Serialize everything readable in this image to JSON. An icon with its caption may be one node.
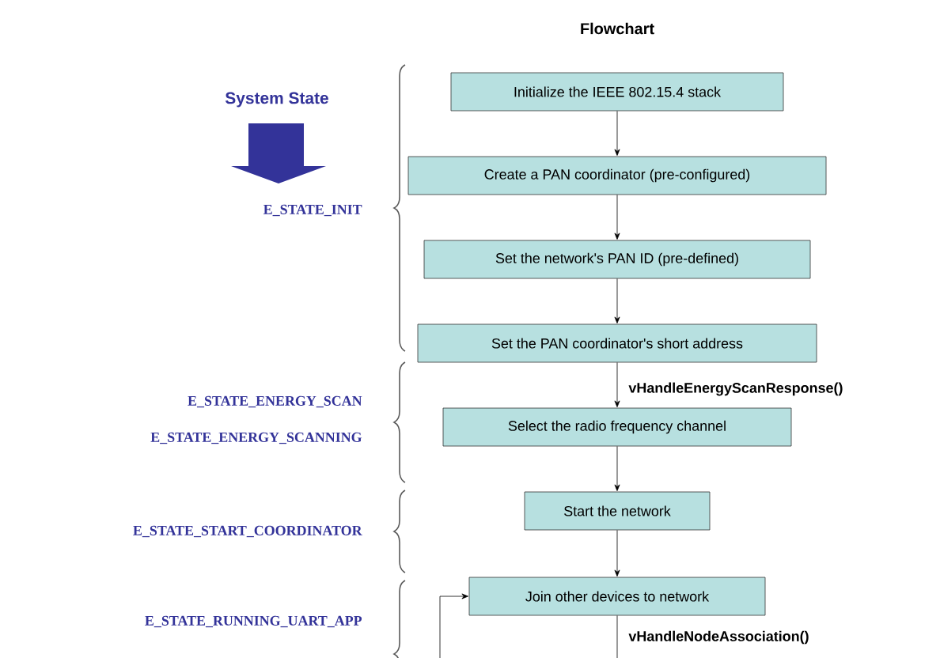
{
  "diagram": {
    "title": "Flowchart",
    "nodes": [
      {
        "text": [
          "Initialize the IEEE 802.15.4 stack"
        ]
      },
      {
        "text": [
          "Create a PAN coordinator (pre-configured)"
        ]
      },
      {
        "text": [
          "Set the network's PAN ID (pre-defined)"
        ]
      },
      {
        "text": [
          "Set the PAN coordinator's short address"
        ]
      },
      {
        "text": [
          "Select the radio frequency channel"
        ]
      },
      {
        "text": [
          "Start the network"
        ]
      },
      {
        "text": [
          "Join other devices to network"
        ]
      }
    ],
    "edges": [
      {
        "from": 0,
        "to": 1,
        "arrow": "to"
      },
      {
        "from": 1,
        "to": 2,
        "arrow": "to"
      },
      {
        "from": 2,
        "to": 3,
        "arrow": "to"
      },
      {
        "from": 3,
        "to": 4,
        "arrow": "to",
        "label": "vHandleEnergyScanResponse()"
      },
      {
        "from": 4,
        "to": 5,
        "arrow": "to"
      },
      {
        "from": 5,
        "to": 6,
        "arrow": "to"
      },
      {
        "from": null,
        "to": 6,
        "arrow": "to"
      },
      {
        "from": 6,
        "to": null,
        "arrow": "none",
        "label": "vHandleNodeAssociation()"
      }
    ],
    "labels": [
      "System State",
      "E_STATE_INIT",
      "E_STATE_ENERGY_SCAN",
      "E_STATE_ENERGY_SCANNING",
      "E_STATE_START_COORDINATOR",
      "E_STATE_RUNNING_UART_APP"
    ]
  }
}
